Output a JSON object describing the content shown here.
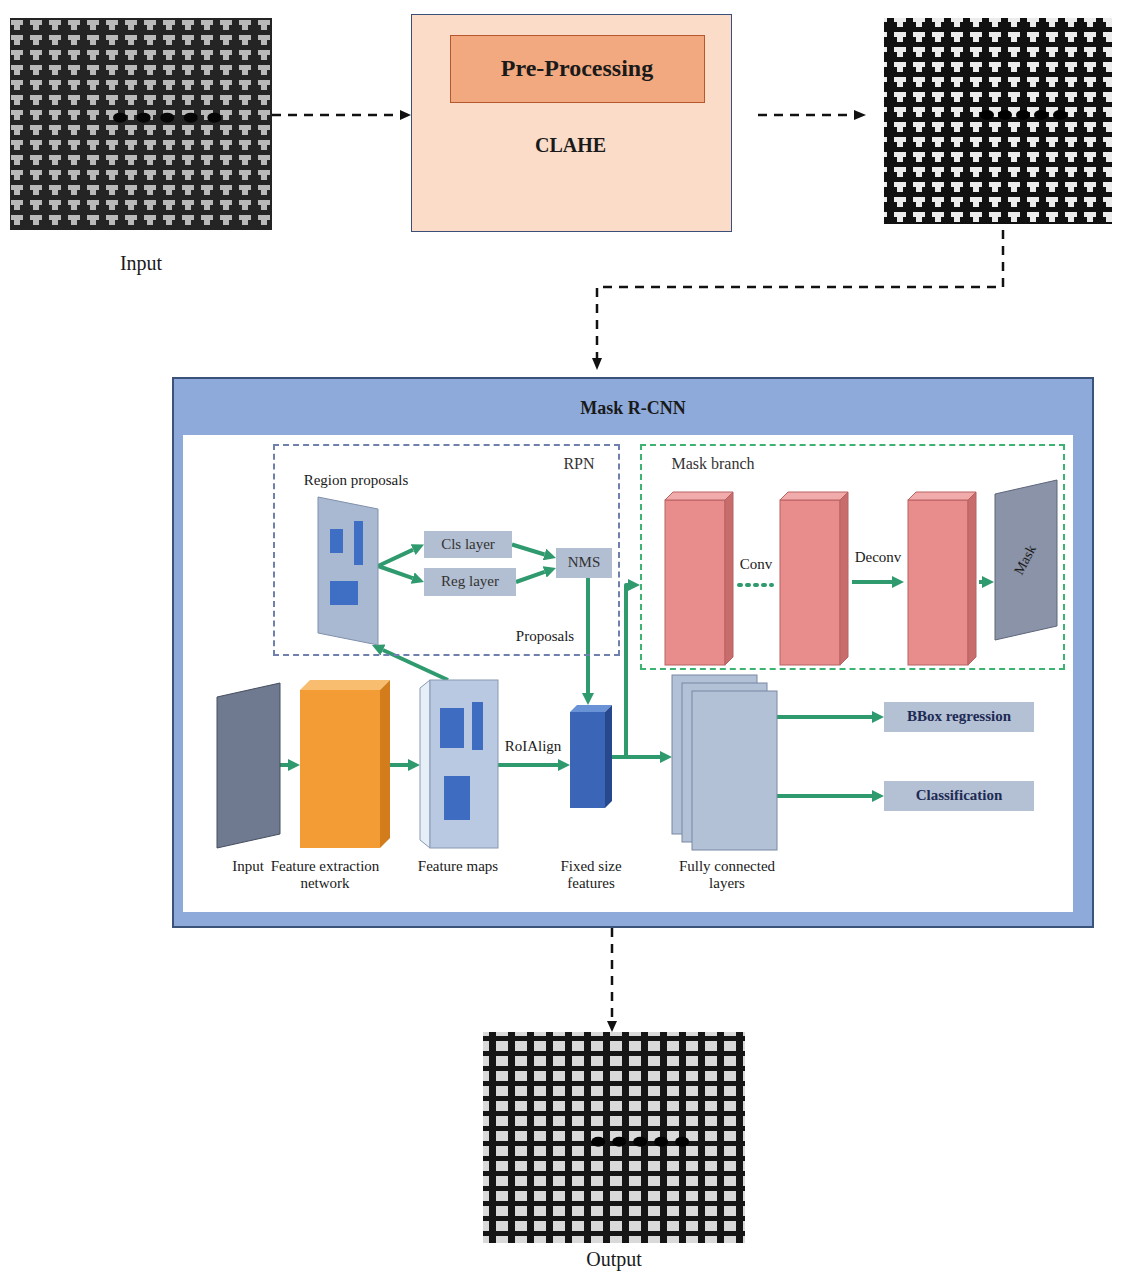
{
  "diagram": {
    "nodes": [
      {
        "text": [
          "Input"
        ]
      },
      {
        "text": [
          "CLAHE"
        ]
      },
      {
        "text": [
          "Pre-Processing"
        ],
        "in": 1
      },
      {
        "text": [
          "Mask R-CNN"
        ]
      },
      {
        "text": [
          "RPN"
        ],
        "in": 3
      },
      {
        "text": [
          "Region proposals"
        ],
        "in": 4
      },
      {
        "text": [
          "Cls layer"
        ],
        "in": 4
      },
      {
        "text": [
          "Reg layer"
        ],
        "in": 4
      },
      {
        "text": [
          "NMS"
        ],
        "in": 4
      },
      {
        "text": [
          "Mask branch"
        ],
        "in": 3
      },
      {
        "text": [
          "Mask"
        ],
        "in": 9
      },
      {
        "text": [
          "Input"
        ],
        "in": 3
      },
      {
        "text": [
          "Feature extraction network"
        ],
        "in": 3
      },
      {
        "text": [
          "Feature maps"
        ],
        "in": 3
      },
      {
        "text": [
          "Fixed size features"
        ],
        "in": 3
      },
      {
        "text": [
          "Fully connected layers"
        ],
        "in": 3
      },
      {
        "text": [
          "BBox regression"
        ],
        "in": 3
      },
      {
        "text": [
          "Classification"
        ],
        "in": 3
      },
      {
        "text": [
          "Output"
        ]
      }
    ],
    "edges": [
      {
        "from": 0,
        "to": 1,
        "arrow": "to"
      },
      {
        "from": 3,
        "to": 18,
        "arrow": "to"
      },
      {
        "from": 13,
        "to": 5,
        "arrow": "to"
      },
      {
        "from": 5,
        "to": 6,
        "arrow": "to"
      },
      {
        "from": 5,
        "to": 7,
        "arrow": "to"
      },
      {
        "from": 6,
        "to": 8,
        "arrow": "to"
      },
      {
        "from": 7,
        "to": 8,
        "arrow": "to"
      },
      {
        "from": 8,
        "to": 14,
        "label": "Proposals",
        "arrow": "to"
      },
      {
        "from": 11,
        "to": 12,
        "arrow": "to"
      },
      {
        "from": 12,
        "to": 13,
        "arrow": "to"
      },
      {
        "from": 13,
        "to": 14,
        "label": "RoIAlign",
        "arrow": "to"
      },
      {
        "from": 14,
        "to": 9,
        "arrow": "to"
      },
      {
        "from": 14,
        "to": 15,
        "arrow": "to"
      },
      {
        "from": 15,
        "to": 16,
        "arrow": "to"
      },
      {
        "from": 15,
        "to": 17,
        "arrow": "to"
      }
    ],
    "labels": [
      "Conv",
      "Deconv"
    ]
  }
}
